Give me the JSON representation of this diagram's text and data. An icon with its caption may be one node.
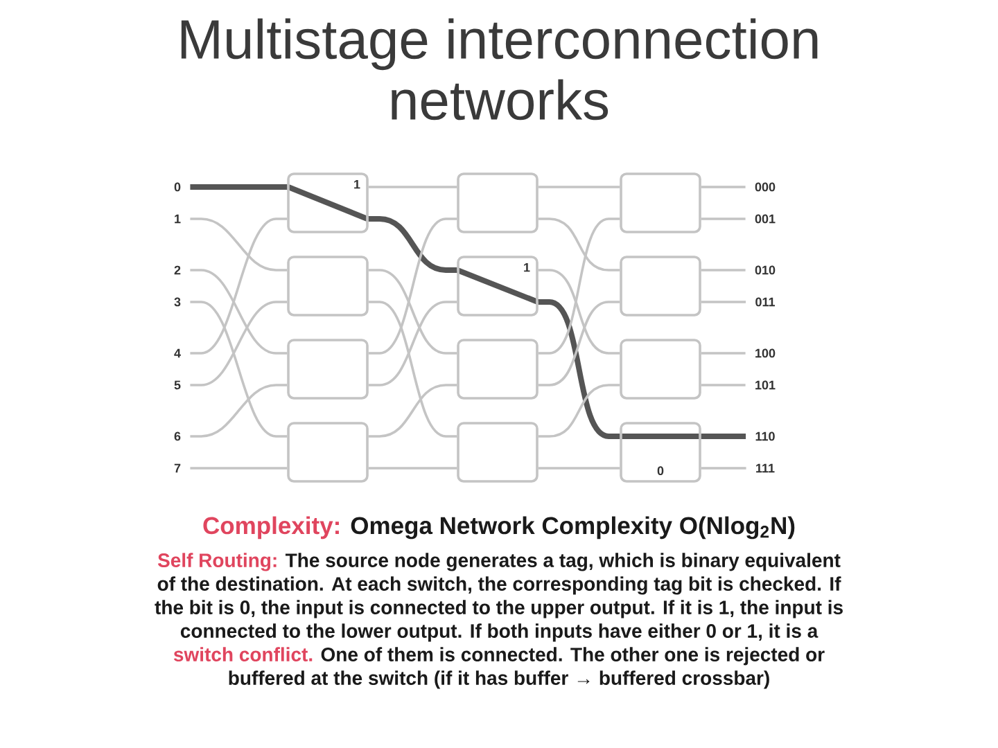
{
  "diagram": {
    "title": "Multistage interconnection networks",
    "nodes": [
      {
        "text": [
          "0"
        ]
      },
      {
        "text": [
          "1"
        ]
      },
      {
        "text": [
          "2"
        ]
      },
      {
        "text": [
          "3"
        ]
      },
      {
        "text": [
          "4"
        ]
      },
      {
        "text": [
          "5"
        ]
      },
      {
        "text": [
          "6"
        ]
      },
      {
        "text": [
          "7"
        ]
      },
      {
        "text": [
          "1"
        ]
      },
      {
        "text": [],
        "shape": "box"
      },
      {
        "text": [],
        "shape": "box"
      },
      {
        "text": [],
        "shape": "box"
      },
      {
        "text": [],
        "shape": "box"
      },
      {
        "text": [
          "1"
        ]
      },
      {
        "text": [],
        "shape": "box"
      },
      {
        "text": [],
        "shape": "box"
      },
      {
        "text": [],
        "shape": "box"
      },
      {
        "text": [],
        "shape": "box"
      },
      {
        "text": [],
        "shape": "box"
      },
      {
        "text": [
          "0"
        ]
      },
      {
        "text": [
          "000"
        ]
      },
      {
        "text": [
          "001"
        ]
      },
      {
        "text": [
          "010"
        ]
      },
      {
        "text": [
          "011"
        ]
      },
      {
        "text": [
          "100"
        ]
      },
      {
        "text": [
          "101"
        ]
      },
      {
        "text": [
          "110"
        ]
      },
      {
        "text": [
          "111"
        ]
      }
    ],
    "edges": [
      {
        "from": 0,
        "to": 8,
        "arrow": "none",
        "style": "thick",
        "color": "#555555"
      },
      {
        "from": 1,
        "to": 9,
        "arrow": "none"
      },
      {
        "from": 2,
        "to": 10,
        "arrow": "none"
      },
      {
        "from": 3,
        "to": 11,
        "arrow": "none"
      },
      {
        "from": 4,
        "to": 8,
        "arrow": "none"
      },
      {
        "from": 5,
        "to": 9,
        "arrow": "none"
      },
      {
        "from": 6,
        "to": 10,
        "arrow": "none"
      },
      {
        "from": 7,
        "to": 11,
        "arrow": "none"
      },
      {
        "from": 8,
        "to": 12,
        "arrow": "none"
      },
      {
        "from": 8,
        "to": 13,
        "arrow": "none",
        "style": "thick",
        "color": "#555555"
      },
      {
        "from": 9,
        "to": 14,
        "arrow": "none"
      },
      {
        "from": 9,
        "to": 15,
        "arrow": "none"
      },
      {
        "from": 10,
        "to": 12,
        "arrow": "none"
      },
      {
        "from": 10,
        "to": 13,
        "arrow": "none"
      },
      {
        "from": 11,
        "to": 14,
        "arrow": "none"
      },
      {
        "from": 11,
        "to": 15,
        "arrow": "none"
      },
      {
        "from": 12,
        "to": 16,
        "arrow": "none"
      },
      {
        "from": 12,
        "to": 17,
        "arrow": "none"
      },
      {
        "from": 13,
        "to": 18,
        "arrow": "none"
      },
      {
        "from": 13,
        "to": 19,
        "arrow": "none",
        "style": "thick",
        "color": "#555555"
      },
      {
        "from": 14,
        "to": 16,
        "arrow": "none"
      },
      {
        "from": 14,
        "to": 17,
        "arrow": "none"
      },
      {
        "from": 15,
        "to": 18,
        "arrow": "none"
      },
      {
        "from": 15,
        "to": 19,
        "arrow": "none"
      },
      {
        "from": 16,
        "to": 20,
        "arrow": "none"
      },
      {
        "from": 16,
        "to": 21,
        "arrow": "none"
      },
      {
        "from": 17,
        "to": 22,
        "arrow": "none"
      },
      {
        "from": 17,
        "to": 23,
        "arrow": "none"
      },
      {
        "from": 18,
        "to": 24,
        "arrow": "none"
      },
      {
        "from": 18,
        "to": 25,
        "arrow": "none"
      },
      {
        "from": 19,
        "to": 26,
        "arrow": "none",
        "style": "thick",
        "color": "#555555"
      },
      {
        "from": 19,
        "to": 27,
        "arrow": "none"
      }
    ],
    "labels": [
      "Complexity:",
      "Omega Network Complexity O(Nlog$_{2}$N)",
      "Self Routing:",
      "The source node generates a tag, which is binary equivalent of the destination. At each switch, the corresponding tag bit is checked. If the bit is 0, the input is connected to the upper output. If it is 1, the input is connected to the lower output. If both inputs have either 0 or 1, it is a",
      "switch conflict.",
      "One of them is connected. The other one is rejected or buffered at the switch (if it has buffer → buffered crossbar)"
    ]
  }
}
